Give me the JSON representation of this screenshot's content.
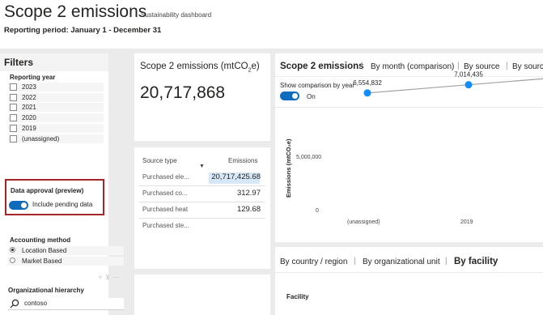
{
  "header": {
    "title": "Scope 2 emissions",
    "subtitle": "Sustainability dashboard",
    "period": "Reporting period: January 1 - December 31"
  },
  "filters": {
    "title": "Filters",
    "reporting_year": {
      "label": "Reporting year",
      "options": [
        "2023",
        "2022",
        "2021",
        "2020",
        "2019",
        "(unassigned)"
      ]
    },
    "data_approval": {
      "label": "Data approval (preview)",
      "toggle_label": "Include pending data",
      "toggle_on": true
    },
    "accounting_method": {
      "label": "Accounting method",
      "options": [
        "Location Based",
        "Market Based"
      ],
      "selected": "Location Based"
    },
    "org_hierarchy": {
      "label": "Organizational hierarchy",
      "search_value": "contoso"
    }
  },
  "kpi": {
    "title_prefix": "Scope 2 emissions (mtCO",
    "title_sub": "2",
    "title_suffix": "e)",
    "value": "20,717,868"
  },
  "table": {
    "headers": [
      "Source type",
      "Emissions"
    ],
    "rows": [
      {
        "source": "Purchased ele...",
        "emissions": "20,717,425.68"
      },
      {
        "source": "Purchased co...",
        "emissions": "312.97"
      },
      {
        "source": "Purchased heat",
        "emissions": "129.68"
      },
      {
        "source": "Purchased ste...",
        "emissions": ""
      }
    ]
  },
  "chart_tabs": {
    "selected": "Scope 2 emissions",
    "tabs": [
      "By month (comparison)",
      "By source",
      "By sourc"
    ]
  },
  "comparison": {
    "label": "Show comparison by year",
    "toggle_label": "On",
    "toggle_on": true
  },
  "chart_data": {
    "type": "line",
    "ylabel": "Emissions (mtCO₂e)",
    "y_ticks": [
      "5,000,000",
      "0"
    ],
    "categories": [
      "(unassigned)",
      "2019"
    ],
    "series": [
      {
        "values": [
          6554832,
          7014435
        ]
      }
    ],
    "data_labels": [
      "6,554,832",
      "7,014,435"
    ],
    "ylim": [
      0,
      8000000
    ],
    "color": "#118dff"
  },
  "bottom_tabs": {
    "tabs": [
      "By country / region",
      "By organizational unit",
      "By facility"
    ],
    "selected": "By facility",
    "column_header": "Facility"
  },
  "colors": {
    "accent": "#0f6cbd",
    "highlight_border": "#a4262c",
    "series": "#118dff"
  }
}
